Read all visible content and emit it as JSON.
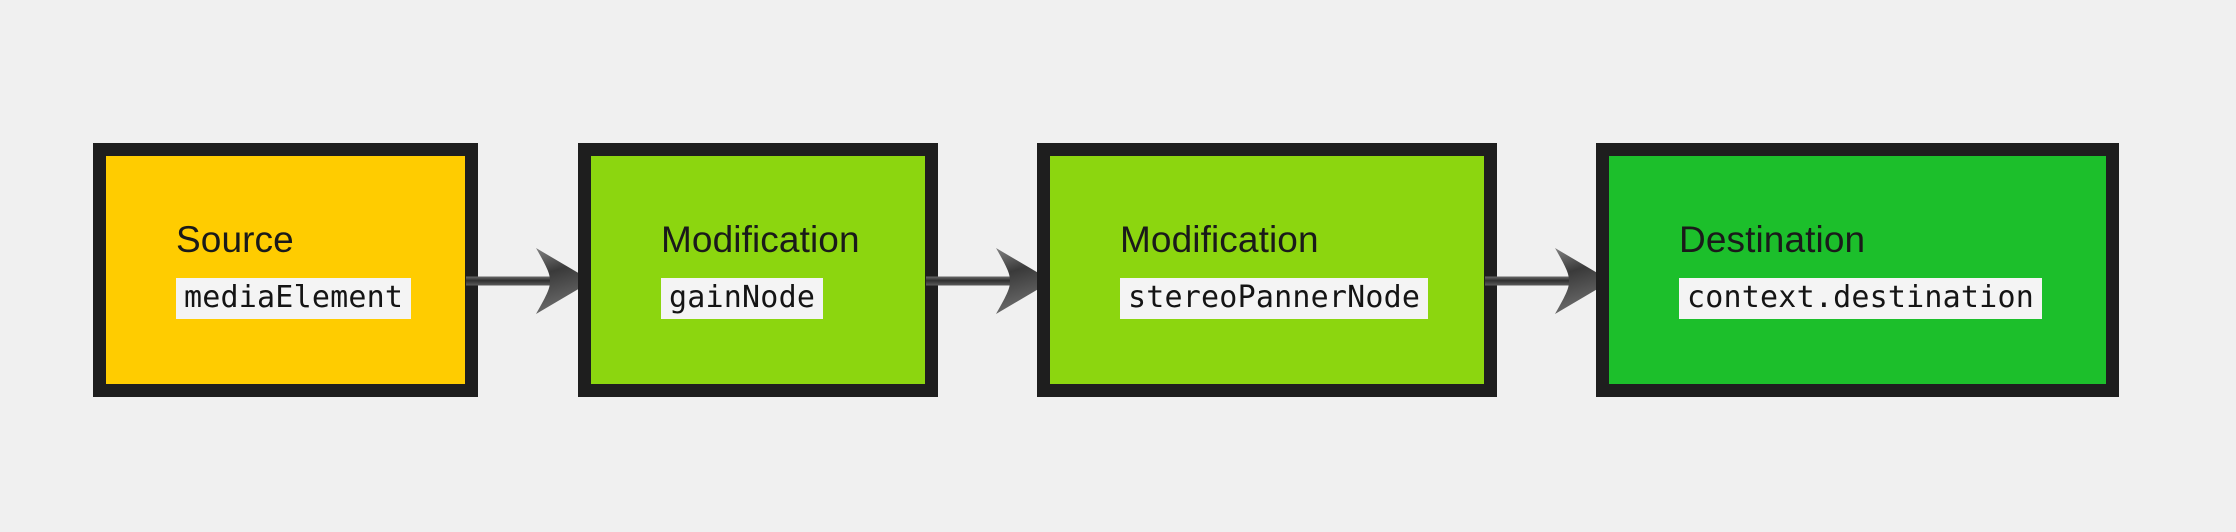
{
  "diagram": {
    "background_color": "#f0f0f0",
    "border_color": "#1e1e1e",
    "arrow_color": "#3d3d3d",
    "nodes": [
      {
        "id": "source",
        "title": "Source",
        "code": "mediaElement",
        "fill_color": "#ffcc00",
        "code_chip_color": "#f4f4f4"
      },
      {
        "id": "modification-gain",
        "title": "Modification",
        "code": "gainNode",
        "fill_color": "#8cd60f",
        "code_chip_color": "#f4f4f4"
      },
      {
        "id": "modification-panner",
        "title": "Modification",
        "code": "stereoPannerNode",
        "fill_color": "#8cd60f",
        "code_chip_color": "#f4f4f4"
      },
      {
        "id": "destination",
        "title": "Destination",
        "code": "context.destination",
        "fill_color": "#1cbf2b",
        "code_chip_color": "#f4f4f4"
      }
    ],
    "connectors": [
      {
        "id": "source-to-gain",
        "icon": "arrow-right-icon"
      },
      {
        "id": "gain-to-panner",
        "icon": "arrow-right-icon"
      },
      {
        "id": "panner-to-destination",
        "icon": "arrow-right-icon"
      }
    ]
  }
}
